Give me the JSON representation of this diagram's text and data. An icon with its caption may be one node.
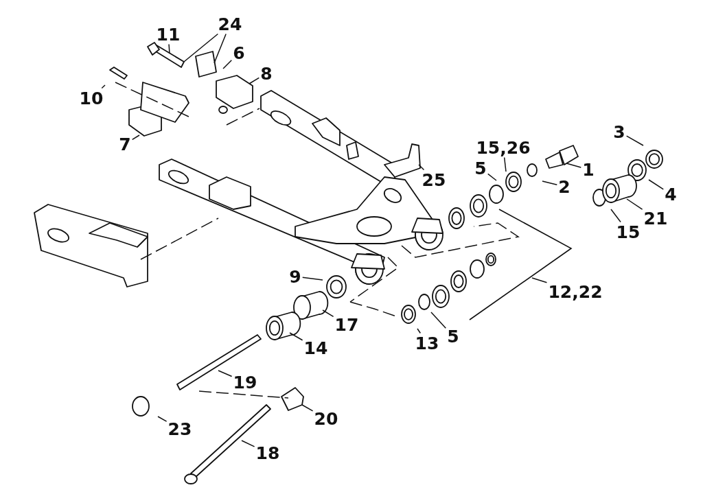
{
  "diagram": {
    "nodes": [
      {
        "text": [
          "24"
        ]
      },
      {
        "text": [
          "11"
        ]
      },
      {
        "text": [
          "6"
        ]
      },
      {
        "text": [
          "8"
        ]
      },
      {
        "text": [
          "10"
        ]
      },
      {
        "text": [
          "7"
        ]
      },
      {
        "text": [
          "3"
        ]
      },
      {
        "text": [
          "15,26"
        ]
      },
      {
        "text": [
          "1"
        ]
      },
      {
        "text": [
          "5"
        ]
      },
      {
        "text": [
          "25"
        ]
      },
      {
        "text": [
          "2"
        ]
      },
      {
        "text": [
          "4"
        ]
      },
      {
        "text": [
          "21"
        ]
      },
      {
        "text": [
          "15"
        ]
      },
      {
        "text": [
          "9"
        ]
      },
      {
        "text": [
          "12,22"
        ]
      },
      {
        "text": [
          "17"
        ]
      },
      {
        "text": [
          "14"
        ]
      },
      {
        "text": [
          "13"
        ]
      },
      {
        "text": [
          "5"
        ]
      },
      {
        "text": [
          "19"
        ]
      },
      {
        "text": [
          "20"
        ]
      },
      {
        "text": [
          "23"
        ]
      },
      {
        "text": [
          "18"
        ]
      }
    ],
    "edges": [
      {
        "from": 0,
        "to": null,
        "arrow": "none"
      },
      {
        "from": 0,
        "to": null,
        "arrow": "none"
      },
      {
        "from": 1,
        "to": null,
        "arrow": "none"
      },
      {
        "from": 2,
        "to": null,
        "arrow": "none"
      },
      {
        "from": 3,
        "to": null,
        "arrow": "none"
      },
      {
        "from": 4,
        "to": null,
        "arrow": "none"
      },
      {
        "from": 5,
        "to": null,
        "arrow": "none"
      },
      {
        "from": 6,
        "to": null,
        "arrow": "none"
      },
      {
        "from": 7,
        "to": null,
        "arrow": "none"
      },
      {
        "from": 8,
        "to": null,
        "arrow": "none"
      },
      {
        "from": 9,
        "to": null,
        "arrow": "none"
      },
      {
        "from": 10,
        "to": null,
        "arrow": "none"
      },
      {
        "from": 11,
        "to": null,
        "arrow": "none"
      },
      {
        "from": 12,
        "to": null,
        "arrow": "none"
      },
      {
        "from": 13,
        "to": null,
        "arrow": "none"
      },
      {
        "from": 14,
        "to": null,
        "arrow": "none"
      },
      {
        "from": 15,
        "to": null,
        "arrow": "none"
      },
      {
        "from": 16,
        "to": null,
        "arrow": "none"
      },
      {
        "from": 17,
        "to": null,
        "arrow": "none"
      },
      {
        "from": 18,
        "to": null,
        "arrow": "none"
      },
      {
        "from": 19,
        "to": null,
        "arrow": "none"
      },
      {
        "from": 20,
        "to": null,
        "arrow": "none"
      },
      {
        "from": 21,
        "to": null,
        "arrow": "none"
      },
      {
        "from": 22,
        "to": null,
        "arrow": "none"
      },
      {
        "from": 23,
        "to": null,
        "arrow": "none"
      },
      {
        "from": 24,
        "to": null,
        "arrow": "none"
      }
    ]
  }
}
